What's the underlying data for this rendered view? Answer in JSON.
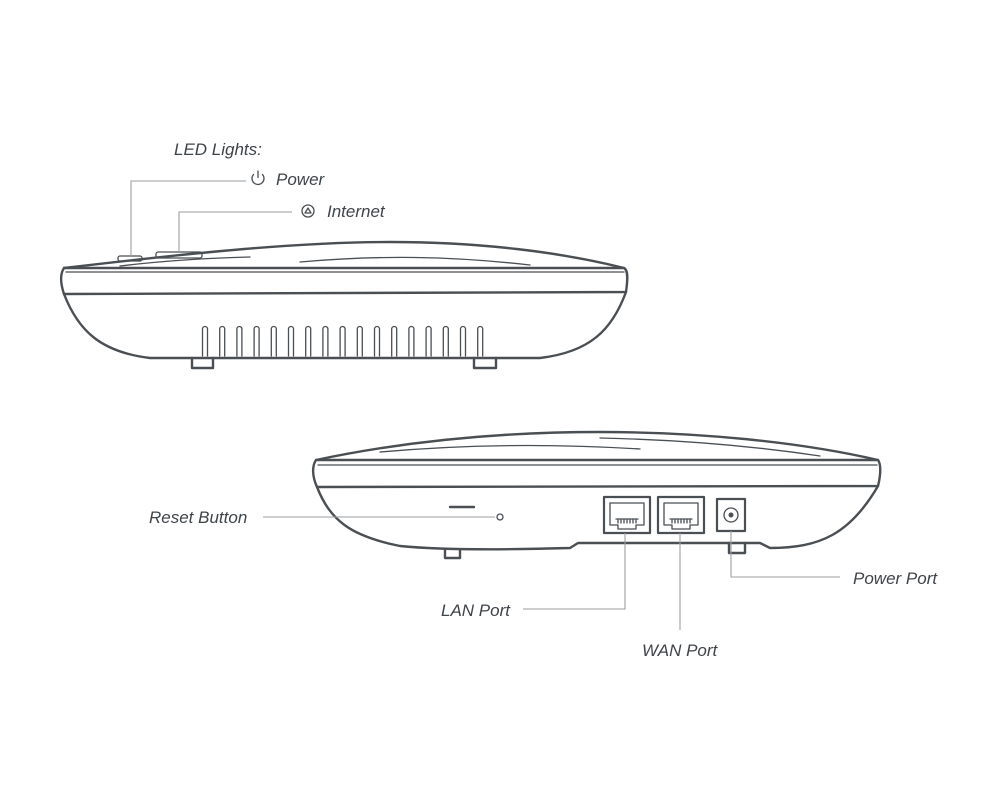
{
  "labels": {
    "led_lights": "LED Lights:",
    "power": "Power",
    "internet": "Internet",
    "reset_button": "Reset Button",
    "lan_port": "LAN Port",
    "wan_port": "WAN Port",
    "power_port": "Power Port"
  },
  "icons": {
    "power": "power-icon",
    "internet": "internet-icon"
  },
  "colors": {
    "line": "#4a4f54",
    "leader": "#9a9ea2",
    "text": "#3f4449",
    "background": "#ffffff"
  }
}
